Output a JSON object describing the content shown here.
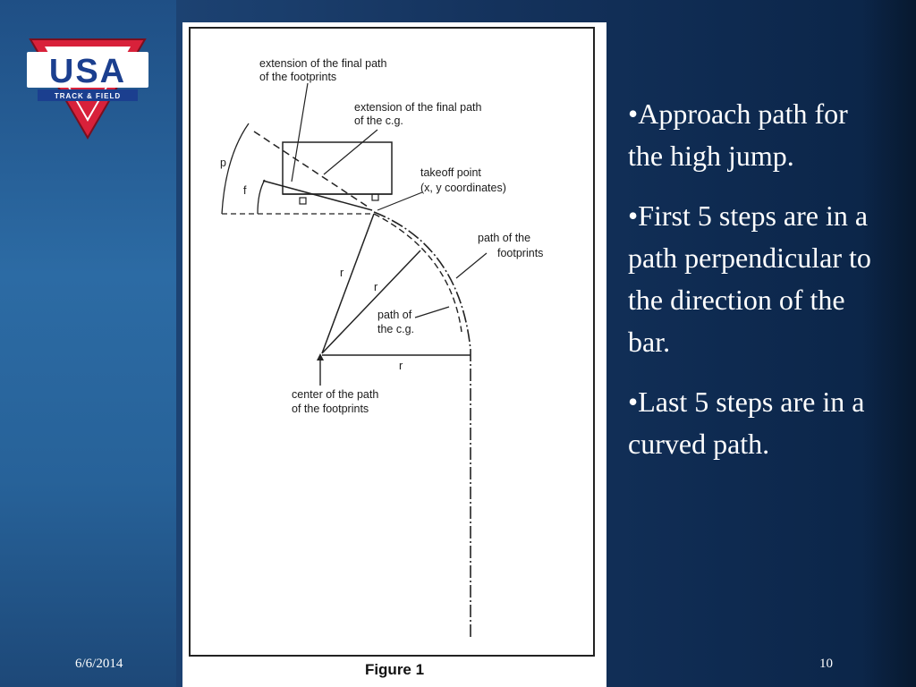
{
  "logo": {
    "word": "USA",
    "subtitle": "TRACK & FIELD",
    "colors": {
      "red": "#d8213a",
      "blue": "#1b3f8f",
      "white": "#ffffff"
    }
  },
  "figure": {
    "caption": "Figure 1",
    "labels": {
      "ext_footprints_1": "extension of the final path",
      "ext_footprints_2": "of the footprints",
      "ext_cg_1": "extension of the final path",
      "ext_cg_2": "of the c.g.",
      "takeoff_1": "takeoff point",
      "takeoff_2": "(x, y coordinates)",
      "path_footprints_1": "path of the",
      "path_footprints_2": "footprints",
      "path_cg_1": "path of",
      "path_cg_2": "the c.g.",
      "center_1": "center of the path",
      "center_2": "of the footprints",
      "r_label": "r",
      "p_label": "p",
      "f_label": "f"
    }
  },
  "bullets": [
    "•Approach path for the high jump.",
    "•First 5 steps are in a path perpendicular to the direction of the bar.",
    "•Last 5 steps are in a curved path."
  ],
  "footer": {
    "date": "6/6/2014",
    "page": "10"
  }
}
